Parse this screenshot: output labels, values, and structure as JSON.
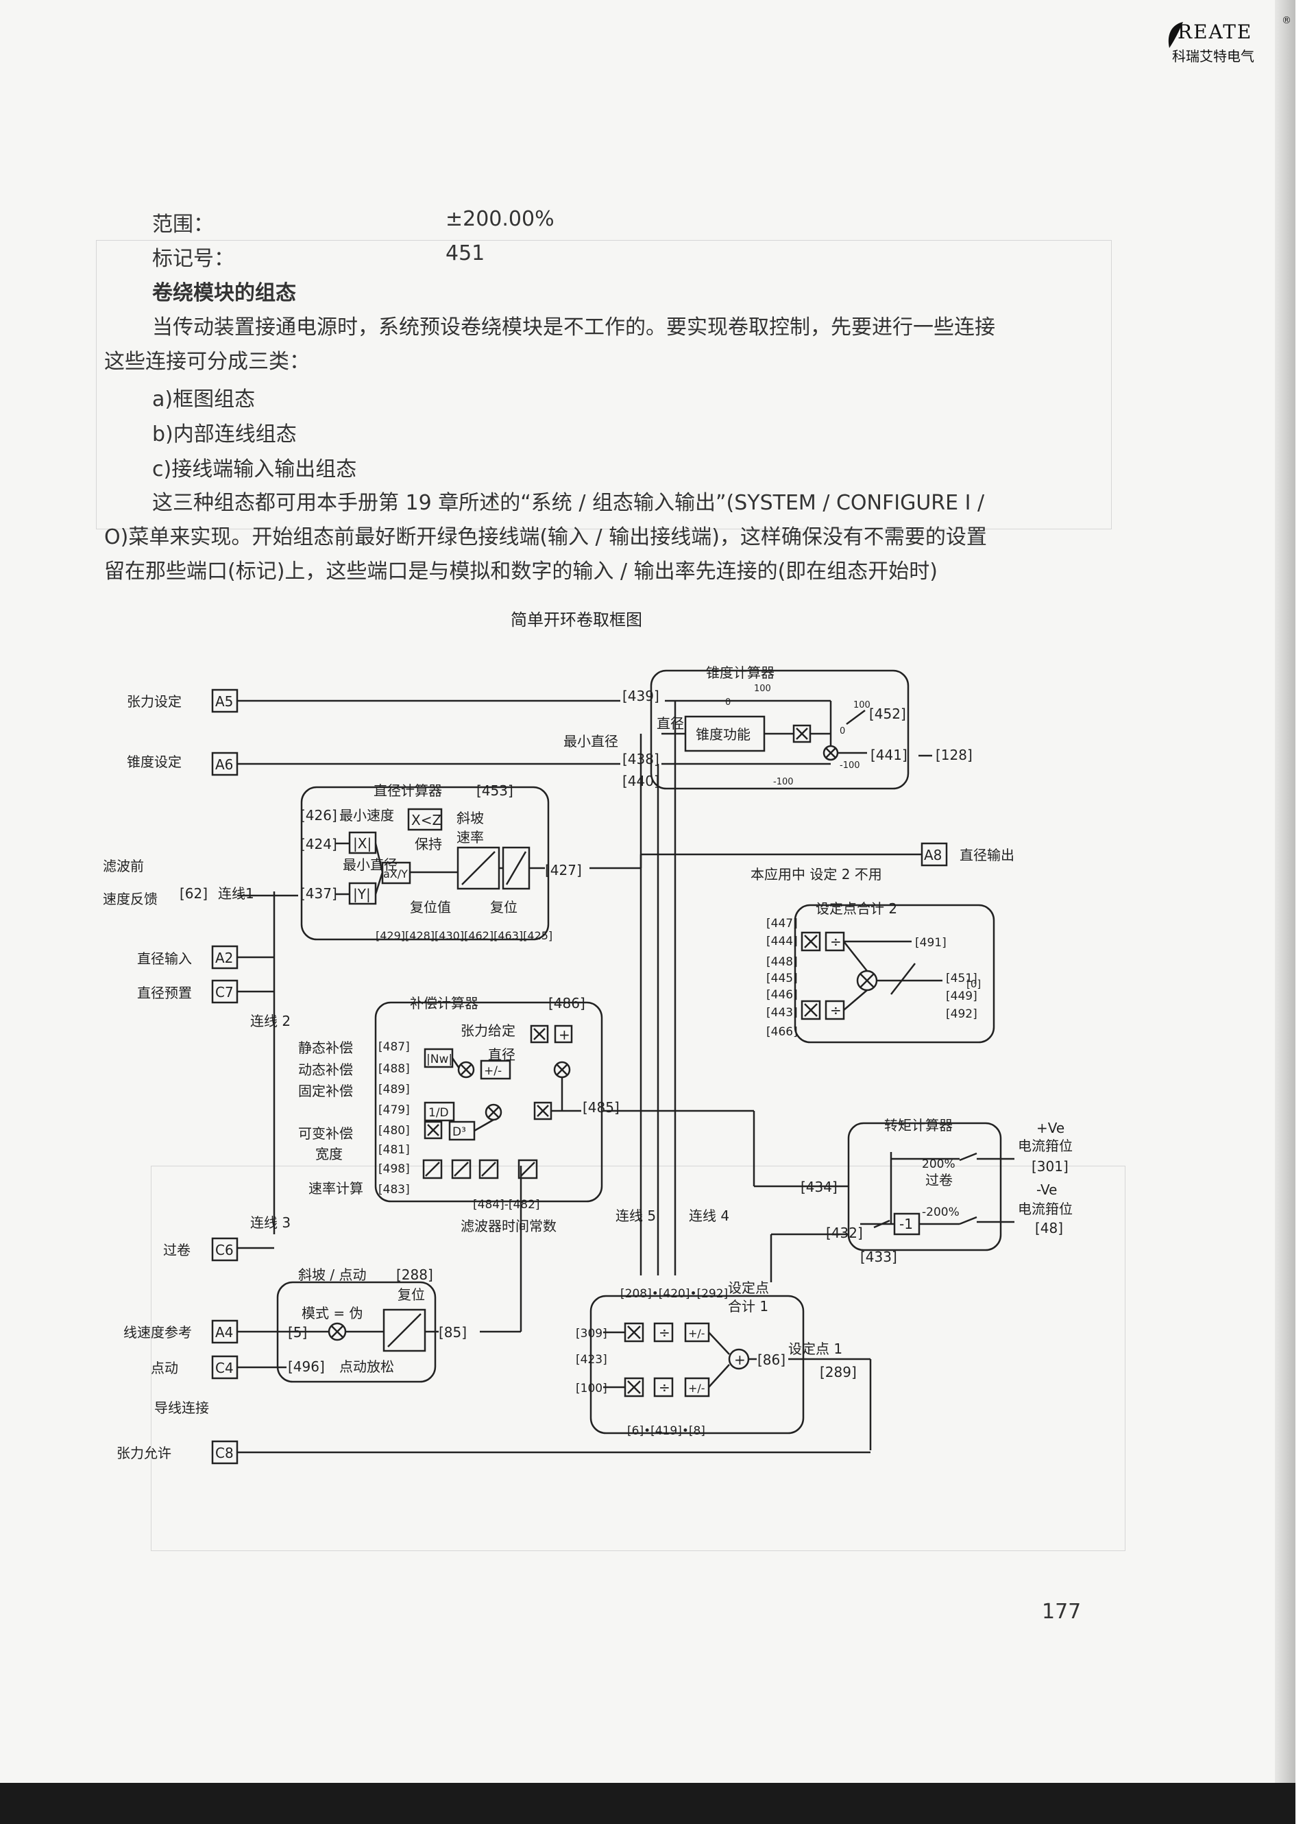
{
  "logo": {
    "word": "REATE",
    "sub": "科瑞艾特电气",
    "reg": "®"
  },
  "lines": {
    "range_label": "范围：",
    "range_value": "±200.00%",
    "tag_label": "标记号：",
    "tag_value": "451",
    "heading": "卷绕模块的组态",
    "p1a": "当传动装置接通电源时，系统预设卷绕模块是不工作的。要实现卷取控制，先要进行一些连接",
    "p1b": "这些连接可分成三类：",
    "item_a": "a)框图组态",
    "item_b": "b)内部连线组态",
    "item_c": "c)接线端输入输出组态",
    "p2a": "这三种组态都可用本手册第 19 章所述的“系统 / 组态输入输出”(SYSTEM / CONFIGURE I /",
    "p2b": "O)菜单来实现。开始组态前最好断开绿色接线端(输入 / 输出接线端)，这样确保没有不需要的设置",
    "p2c": "留在那些端口(标记)上，这些端口是与模拟和数字的输入 / 输出率先连接的(即在组态开始时)"
  },
  "diagram": {
    "title": "简单开环卷取框图",
    "terminals": {
      "A5": "A5",
      "A6": "A6",
      "A2": "A2",
      "C7": "C7",
      "C6": "C6",
      "A4": "A4",
      "C4": "C4",
      "C8": "C8",
      "A8": "A8"
    },
    "left_labels": {
      "tension_set": "张力设定",
      "taper_set": "锥度设定",
      "filter_speed_1": "滤波前",
      "filter_speed_2": "速度反馈",
      "dia_input": "直径输入",
      "dia_preset": "直径预置",
      "over_wind": "过卷",
      "line_speed_ref": "线速度参考",
      "jog": "点动",
      "guide_connect": "导线连接",
      "tension_enable": "张力允许",
      "link1_tag": "[62]",
      "link1": "连线1",
      "link2": "连线 2",
      "link3": "连线 3"
    },
    "taper_calc": {
      "title": "锥度计算器",
      "p439": "[439]",
      "p438": "[438]",
      "p440": "[440]",
      "p452": "[452]",
      "p441": "[441]",
      "p128": "[128]",
      "dia": "直径",
      "min_dia": "最小直径",
      "func": "锥度功能",
      "n100": "100",
      "n0": "0",
      "nm100": "-100"
    },
    "dia_calc": {
      "title": "直径计算器",
      "p453": "[453]",
      "p426": "[426]",
      "p424": "[424]",
      "p437": "[437]",
      "p427": "[427]",
      "min_speed": "最小速度",
      "min_dia": "最小直径",
      "xz": "X<Z",
      "ramp": "斜坡",
      "rate": "速率",
      "hold": "保持",
      "absx": "|X|",
      "absy": "|Y|",
      "axy": "aX/Y",
      "reset_val": "复位值",
      "reset": "复位",
      "bottom_tags": "[429][428][430][462][463][425]"
    },
    "dia_output": "直径输出",
    "setpoint2": {
      "note": "本应用中 设定 2 不用",
      "title": "设定点合计 2",
      "p447": "[447]",
      "p444": "[444]",
      "p448": "[448]",
      "p445": "[445]",
      "p446": "[446]",
      "p443": "[443]",
      "p466": "[466]",
      "p491": "[491]",
      "p451": "[451]",
      "p449": "[449]",
      "p492": "[492]",
      "p0": "[0]"
    },
    "comp_calc": {
      "title": "补偿计算器",
      "p486": "[486]",
      "tension_given": "张力给定",
      "dia": "直径",
      "static": "静态补偿",
      "dynamic": "动态补偿",
      "fixed": "固定补偿",
      "variable": "可变补偿",
      "width": "宽度",
      "rate_calc": "速率计算",
      "p487": "[487]",
      "p488": "[488]",
      "p489": "[489]",
      "p479": "[479]",
      "p480": "[480]",
      "p481": "[481]",
      "p498": "[498]",
      "p483": "[483]",
      "p485": "[485]",
      "p484_482": "[484]-[482]",
      "filter_tc": "滤波器时间常数",
      "nw": "|Nw|",
      "inv_d": "1/D",
      "d3": "D³"
    },
    "torque_calc": {
      "title": "转矩计算器",
      "p434": "[434]",
      "p432": "[432]",
      "p433": "[433]",
      "p301": "[301]",
      "p48": "[48]",
      "pos_ve": "+Ve",
      "neg_ve": "-Ve",
      "cur_clamp_pos": "电流箝位",
      "cur_clamp_neg": "电流箝位",
      "p200": "200%",
      "n200": "-200%",
      "over": "过卷",
      "m1": "-1"
    },
    "link4": "连线 4",
    "link5": "连线 5",
    "ramp_jog": {
      "title": "斜坡 / 点动",
      "p288": "[288]",
      "reset": "复位",
      "mode": "模式 = 伪",
      "p5": "[5]",
      "p85": "[85]",
      "p496": "[496]",
      "jog_release": "点动放松"
    },
    "setpoint1": {
      "title1": "设定点",
      "title2": "合计 1",
      "top_tags": "[208]•[420]•[292]",
      "p309": "[309]",
      "p423": "[423]",
      "p100": "[100]",
      "p86": "[86]",
      "p289": "[289]",
      "label": "设定点 1",
      "bottom_tags": "[6]•[419]•[8]"
    }
  },
  "page_number": "177"
}
